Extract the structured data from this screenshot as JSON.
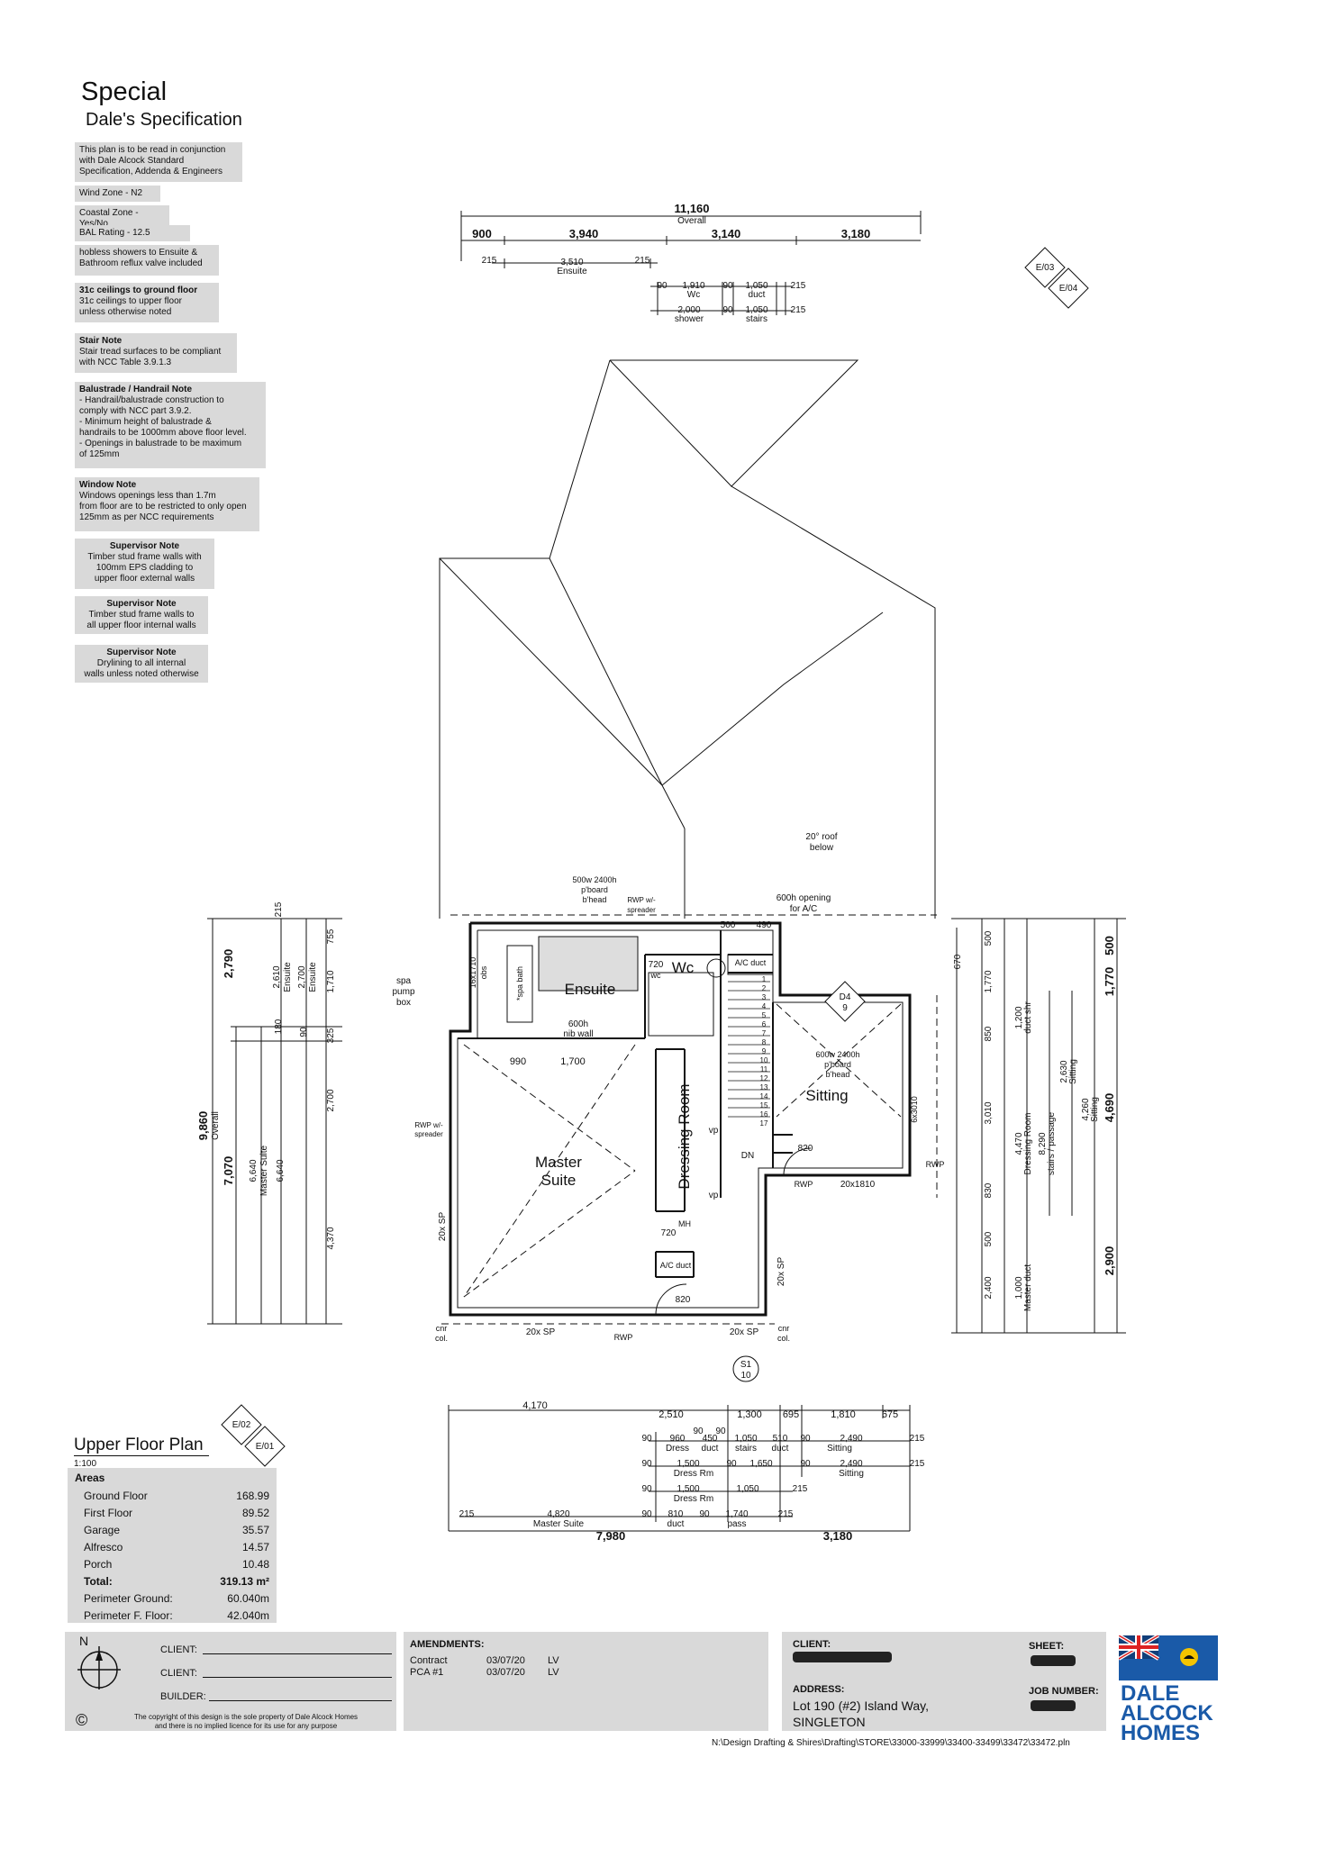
{
  "spec": {
    "title": "Special",
    "subtitle": "Dale's Specification",
    "notes": [
      {
        "heading": "",
        "lines": [
          "This plan is to be read in conjunction",
          "with Dale Alcock Standard",
          "Specification, Addenda & Engineers"
        ]
      },
      {
        "heading": "",
        "lines": [
          "Wind Zone - N2"
        ]
      },
      {
        "heading": "",
        "lines": [
          "Coastal Zone -  Yes/No"
        ]
      },
      {
        "heading": "",
        "lines": [
          "BAL Rating -  12.5"
        ]
      },
      {
        "heading": "",
        "lines": [
          "hobless showers to Ensuite &",
          "Bathroom reflux valve included"
        ]
      },
      {
        "heading": "31c ceilings to ground floor",
        "lines": [
          "31c ceilings to upper floor",
          "unless otherwise noted"
        ]
      },
      {
        "heading": "Stair Note",
        "lines": [
          "Stair tread surfaces to be compliant",
          "with NCC Table 3.9.1.3"
        ]
      },
      {
        "heading": "Balustrade / Handrail Note",
        "lines": [
          "- Handrail/balustrade construction to",
          "comply with NCC part 3.9.2.",
          "- Minimum height of balustrade &",
          "handrails to be 1000mm above floor level.",
          "- Openings in balustrade to be maximum",
          "of 125mm"
        ]
      },
      {
        "heading": "Window Note",
        "lines": [
          "Windows openings less than 1.7m",
          "from floor are to be restricted to only open",
          "125mm as per NCC requirements"
        ]
      },
      {
        "heading": "Supervisor Note",
        "lines": [
          "Timber stud frame walls with",
          "100mm EPS cladding to",
          "upper floor external walls"
        ]
      },
      {
        "heading": "Supervisor Note",
        "lines": [
          "Timber stud frame walls to",
          "all upper floor internal walls"
        ]
      },
      {
        "heading": "Supervisor Note",
        "lines": [
          "Drylining to all internal",
          "walls unless noted otherwise"
        ]
      }
    ]
  },
  "plan": {
    "top_dims": {
      "overall": "11,160",
      "overall_label": "Overall",
      "row1": [
        "900",
        "3,940",
        "3,140",
        "3,180"
      ],
      "ensuite_w": "3,510",
      "ensuite_lbl": "Ensuite",
      "d215a": "215",
      "d215b": "215",
      "d90a": "90",
      "wc_w": "1,910",
      "wc_lbl": "Wc",
      "d90b": "90",
      "duct_w": "1,050",
      "duct_lbl": "duct",
      "d215c": "215",
      "shower_w": "2,000",
      "shower_lbl": "shower",
      "d90c": "90",
      "stairs_w": "1,050",
      "stairs_lbl": "stairs",
      "d215d": "215"
    },
    "elev_markers": [
      "E/03",
      "E/04",
      "E/02",
      "E/01",
      "D4",
      "9",
      "S1",
      "10"
    ],
    "rooms": {
      "ensuite": "Ensuite",
      "wc": "Wc",
      "master": "Master",
      "suite": "Suite",
      "dressing": "Dressing Room",
      "sitting": "Sitting"
    },
    "labels": {
      "roof": "20° roof",
      "below": "below",
      "pboard1": "500w 2400h",
      "pboard1b": "p'board",
      "pboard1c": "b'head",
      "rwp_spreader": "RWP w/-",
      "spreader": "spreader",
      "opening": "600h opening",
      "for_ac": "for A/C",
      "d500": "500",
      "d490": "490",
      "ac_duct": "A/C duct",
      "d720": "720",
      "wc_small": "wc",
      "spa": "spa",
      "pump": "pump",
      "box": "box",
      "spa_bath": "*spa bath",
      "nib": "600h",
      "nib2": "nib wall",
      "d990": "990",
      "d1700": "1,700",
      "pboard2": "600w 2400h",
      "pboard2b": "p'board",
      "pboard2c": "b'head",
      "d6x3010": "6x3010",
      "dn": "DN",
      "vp": "vp",
      "d820a": "820",
      "d820b": "820",
      "rwp": "RWP",
      "d20x1810": "20x1810",
      "d20xsp": "20x SP",
      "mh": "MH",
      "cnr": "cnr",
      "col": "col.",
      "d16x1710": "16x1710",
      "obs": "obs",
      "stairs_nums": [
        "1",
        "2",
        "3",
        "4",
        "5",
        "6",
        "7",
        "8",
        "9",
        "10",
        "11",
        "12",
        "13",
        "14",
        "15",
        "16",
        "17"
      ]
    },
    "left_dims": {
      "overall": "9,860",
      "overall_lbl": "Overall",
      "v2790": "2,790",
      "v7070": "7,070",
      "v6640": "6,640",
      "master_lbl": "Master Suite",
      "v6640b": "6,640",
      "v215": "215",
      "v2610": "2,610",
      "ens_lbl": "Ensuite",
      "v2700": "2,700",
      "v755": "755",
      "v1710": "1,710",
      "v325": "325",
      "v2700b": "2,700",
      "v4370": "4,370",
      "v180": "180",
      "v90": "90"
    },
    "right_dims": {
      "v670": "670",
      "v1770": "1,770",
      "v500": "500",
      "v850": "850",
      "v3010": "3,010",
      "v830": "830",
      "v500b": "500",
      "v2400": "2,400",
      "v1770b": "1,770",
      "v500c": "500",
      "v4690": "4,690",
      "v2900": "2,900",
      "v4260": "4,260",
      "sitting": "Sitting",
      "v2630": "2,630",
      "v8290": "8,290",
      "stairs_passage": "stairs / passage",
      "v4470": "4,470",
      "dressing": "Dressing Room",
      "v1000": "1,000",
      "master_duct": "Master duct",
      "v1200": "1,200",
      "duct_shr": "duct shr"
    },
    "bottom_dims": {
      "row1": [
        "4,170",
        "2,510",
        "1,300",
        "695",
        "1,810",
        "675"
      ],
      "r2": [
        "90",
        "960",
        "90",
        "450",
        "90",
        "1,050",
        "510",
        "90",
        "2,490",
        "215"
      ],
      "r2lbl": [
        "Dress",
        "duct",
        "stairs",
        "duct",
        "Sitting"
      ],
      "r3": [
        "90",
        "1,500",
        "90",
        "1,650",
        "90",
        "2,490",
        "215"
      ],
      "r3lbl": [
        "Dress Rm",
        "Sitting"
      ],
      "r4": [
        "90",
        "1,500",
        "1,050",
        "215"
      ],
      "r4lbl": [
        "Dress Rm"
      ],
      "r5": [
        "215",
        "4,820",
        "90",
        "810",
        "90",
        "1,740",
        "215"
      ],
      "r5lbl": [
        "Master Suite",
        "duct",
        "pass"
      ],
      "r6": [
        "7,980",
        "3,180"
      ]
    }
  },
  "upper_floor": {
    "title": "Upper Floor Plan",
    "scale": "1:100",
    "areas_heading": "Areas",
    "areas": [
      {
        "label": "Ground Floor",
        "value": "168.99"
      },
      {
        "label": "First Floor",
        "value": "89.52"
      },
      {
        "label": "Garage",
        "value": "35.57"
      },
      {
        "label": "Alfresco",
        "value": "14.57"
      },
      {
        "label": "Porch",
        "value": "10.48"
      },
      {
        "label": "Total:",
        "value": "319.13 m²",
        "bold": true
      },
      {
        "label": "Perimeter Ground:",
        "value": "60.040m"
      },
      {
        "label": "Perimeter F. Floor:",
        "value": "42.040m"
      }
    ]
  },
  "title_block": {
    "north": "N",
    "client1": "CLIENT:",
    "client2": "CLIENT:",
    "builder": "BUILDER:",
    "copyright_symbol": "©",
    "copyright_line1": "The copyright of this design is the sole property of Dale Alcock Homes",
    "copyright_line2": "and there is no implied licence for its use for any purpose",
    "amendments_label": "AMENDMENTS:",
    "amendments": [
      {
        "name": "Contract",
        "date": "03/07/20",
        "by": "LV"
      },
      {
        "name": "PCA #1",
        "date": "03/07/20",
        "by": "LV"
      }
    ],
    "client_label": "CLIENT:",
    "address_label": "ADDRESS:",
    "address_line1": "Lot 190 (#2) Island Way,",
    "address_line2": "SINGLETON",
    "sheet_label": "SHEET:",
    "job_label": "JOB NUMBER:",
    "logo_lines": [
      "DALE",
      "ALCOCK",
      "HOMES"
    ],
    "filepath": "N:\\Design Drafting & Shires\\Drafting\\STORE\\33000-33999\\33400-33499\\33472\\33472.pln"
  }
}
